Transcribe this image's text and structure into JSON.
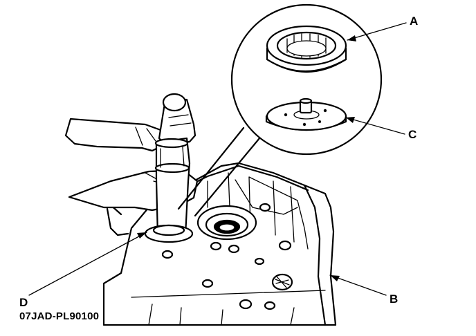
{
  "labels": {
    "a": "A",
    "b": "B",
    "c": "C",
    "d": "D",
    "tool_part_number": "07JAD-PL90100"
  },
  "parts": {
    "a_icon": "roller-bearing-icon",
    "b_icon": "transmission-housing-icon",
    "c_icon": "driver-attachment-plate-icon",
    "d_icon": "driver-tool-icon",
    "hammer_icon": "hammer-icon",
    "hand_icon": "hand-icon"
  },
  "colors": {
    "ink": "#000000",
    "paper": "#ffffff"
  }
}
